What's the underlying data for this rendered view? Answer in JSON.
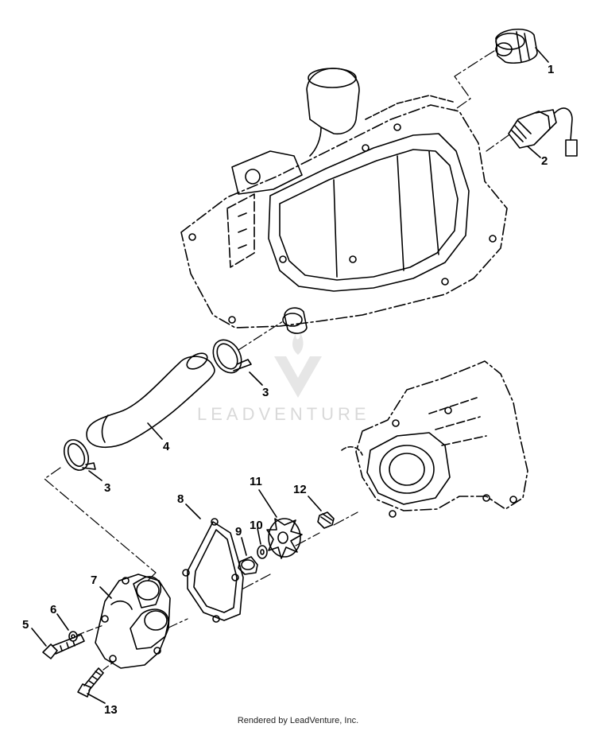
{
  "watermark": {
    "text": "LEADVENTURE"
  },
  "credit": "Rendered by LeadVenture, Inc.",
  "parts": [
    {
      "id": "1",
      "label": "1"
    },
    {
      "id": "2",
      "label": "2"
    },
    {
      "id": "3a",
      "label": "3"
    },
    {
      "id": "3b",
      "label": "3"
    },
    {
      "id": "4",
      "label": "4"
    },
    {
      "id": "5",
      "label": "5"
    },
    {
      "id": "6",
      "label": "6"
    },
    {
      "id": "7",
      "label": "7"
    },
    {
      "id": "8",
      "label": "8"
    },
    {
      "id": "9",
      "label": "9"
    },
    {
      "id": "10",
      "label": "10"
    },
    {
      "id": "11",
      "label": "11"
    },
    {
      "id": "12",
      "label": "12"
    },
    {
      "id": "13",
      "label": "13"
    }
  ]
}
